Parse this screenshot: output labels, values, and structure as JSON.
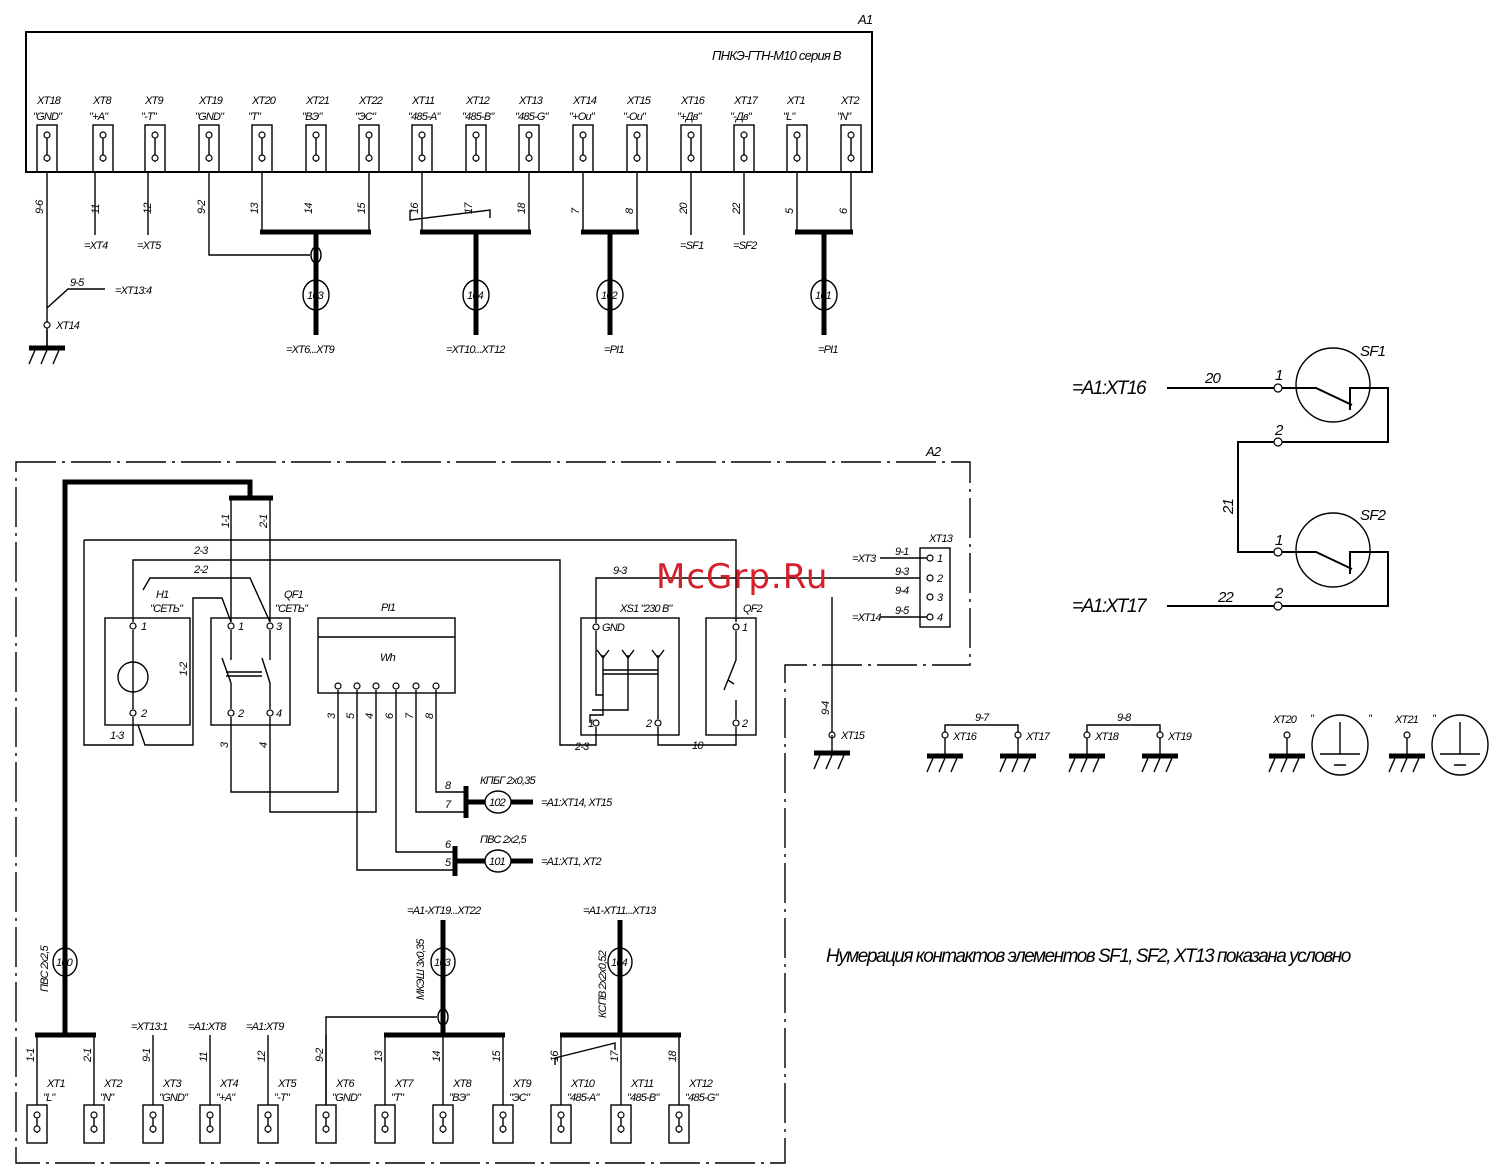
{
  "watermark": "McGrp.Ru",
  "note": "Нумерация контактов элементов SF1, SF2, XT13 показана условно",
  "a1": {
    "label": "A1",
    "title": "ПНКЭ-ГТН-М10 серия В",
    "terminals": [
      {
        "name": "XT18",
        "signal": "\"GND\"",
        "wire": "9-6"
      },
      {
        "name": "XT8",
        "signal": "\"+A\"",
        "wire": "11"
      },
      {
        "name": "XT9",
        "signal": "\"-T\"",
        "wire": "12"
      },
      {
        "name": "XT19",
        "signal": "\"GND\"",
        "wire": "9-2"
      },
      {
        "name": "XT20",
        "signal": "\"T\"",
        "wire": "13"
      },
      {
        "name": "XT21",
        "signal": "\"ВЭ\"",
        "wire": "14"
      },
      {
        "name": "XT22",
        "signal": "\"ЭС\"",
        "wire": "15"
      },
      {
        "name": "XT11",
        "signal": "\"485-A\"",
        "wire": "16"
      },
      {
        "name": "XT12",
        "signal": "\"485-B\"",
        "wire": "17"
      },
      {
        "name": "XT13",
        "signal": "\"485-G\"",
        "wire": "18"
      },
      {
        "name": "XT14",
        "signal": "\"+Oи\"",
        "wire": "7"
      },
      {
        "name": "XT15",
        "signal": "\"-Oи\"",
        "wire": "8"
      },
      {
        "name": "XT16",
        "signal": "\"+Дв\"",
        "wire": "20"
      },
      {
        "name": "XT17",
        "signal": "\"-Дв\"",
        "wire": "22"
      },
      {
        "name": "XT1",
        "signal": "\"L\"",
        "wire": "5"
      },
      {
        "name": "XT2",
        "signal": "\"N\"",
        "wire": "6"
      }
    ],
    "cables": [
      {
        "id": "103",
        "ref": "=XT6...XT9"
      },
      {
        "id": "104",
        "ref": "=XT10...XT12"
      },
      {
        "id": "102",
        "ref": "=PI1"
      },
      {
        "id": "101",
        "ref": "=PI1"
      }
    ],
    "refs": {
      "xt4": "=XT4",
      "xt5": "=XT5",
      "sf1": "=SF1",
      "sf2": "=SF2",
      "xt13_4": "=XT13:4",
      "w95": "9-5",
      "xt14": "XT14"
    }
  },
  "a2": {
    "label": "A2",
    "h1": {
      "name": "H1",
      "signal": "\"СЕТЬ\"",
      "pin1": "1",
      "pin2": "2"
    },
    "qf1": {
      "name": "QF1",
      "signal": "\"СЕТЬ\"",
      "pins": [
        "1",
        "3",
        "2",
        "4"
      ]
    },
    "pi1": {
      "name": "PI1",
      "unit": "Wh",
      "outs": [
        "3",
        "5",
        "4",
        "6",
        "7",
        "8"
      ]
    },
    "xs1": {
      "name": "XS1 \"230 В\"",
      "gnd": "GND",
      "pin1": "1",
      "pin2": "2"
    },
    "qf2": {
      "name": "QF2",
      "pin1": "1",
      "pin2": "2"
    },
    "xt13": {
      "name": "XT13",
      "pins": [
        "1",
        "2",
        "3",
        "4"
      ],
      "wires": [
        "9-1",
        "9-3",
        "9-4",
        "9-5"
      ],
      "ref_top": "=XT3",
      "ref_bottom": "=XT14"
    },
    "wires": {
      "w11": "1-1",
      "w21": "2-1",
      "w23a": "2-3",
      "w22": "2-2",
      "w12": "1-2",
      "w13": "1-3",
      "w3": "3",
      "w4": "4",
      "w93": "9-3",
      "w23b": "2-3",
      "w10": "10",
      "w94": "9-4",
      "w8": "8",
      "w7": "7",
      "w6": "6",
      "w5": "5"
    },
    "cable102": {
      "id": "102",
      "type": "КПБГ 2х0,35",
      "ref": "=A1:XT14, XT15"
    },
    "cable101": {
      "id": "101",
      "type": "ПВС 2х2,5",
      "ref": "=A1:XT1, XT2"
    },
    "cable100": {
      "id": "100",
      "type": "ПВС 2х2,5"
    },
    "cable103": {
      "id": "103",
      "type": "МКЭШ 3х0,35",
      "ref": "=A1-XT19...XT22"
    },
    "cable104": {
      "id": "104",
      "type": "КСПВ 2х2х0,52",
      "ref": "=A1-XT11...XT13"
    },
    "xt15": "XT15",
    "terminals": [
      {
        "name": "XT1",
        "signal": "\"L\"",
        "wire": "1-1"
      },
      {
        "name": "XT2",
        "signal": "\"N\"",
        "wire": "2-1"
      },
      {
        "name": "XT3",
        "signal": "\"GND\"",
        "wire": "9-1",
        "ref": "=XT13:1"
      },
      {
        "name": "XT4",
        "signal": "\"+A\"",
        "wire": "11",
        "ref": "=A1:XT8"
      },
      {
        "name": "XT5",
        "signal": "\"-T\"",
        "wire": "12",
        "ref": "=A1:XT9"
      },
      {
        "name": "XT6",
        "signal": "\"GND\"",
        "wire": "9-2"
      },
      {
        "name": "XT7",
        "signal": "\"T\"",
        "wire": "13"
      },
      {
        "name": "XT8",
        "signal": "\"ВЭ\"",
        "wire": "14"
      },
      {
        "name": "XT9",
        "signal": "\"ЭС\"",
        "wire": "15"
      },
      {
        "name": "XT10",
        "signal": "\"485-A\"",
        "wire": "16"
      },
      {
        "name": "XT11",
        "signal": "\"485-B\"",
        "wire": "17"
      },
      {
        "name": "XT12",
        "signal": "\"485-G\"",
        "wire": "18"
      }
    ]
  },
  "sf": {
    "sf1": {
      "name": "SF1",
      "pin1": "1",
      "pin2": "2",
      "ref": "=A1:XT16",
      "wire_in": "20"
    },
    "sf2": {
      "name": "SF2",
      "pin1": "1",
      "pin2": "2",
      "ref": "=A1:XT17",
      "wire_in": "22"
    },
    "wire_link": "21"
  },
  "grounds": {
    "xt16": "XT16",
    "xt17": "XT17",
    "w97": "9-7",
    "xt18": "XT18",
    "xt19": "XT19",
    "w98": "9-8",
    "xt20": "XT20",
    "xt21": "XT21",
    "quote": "\""
  }
}
